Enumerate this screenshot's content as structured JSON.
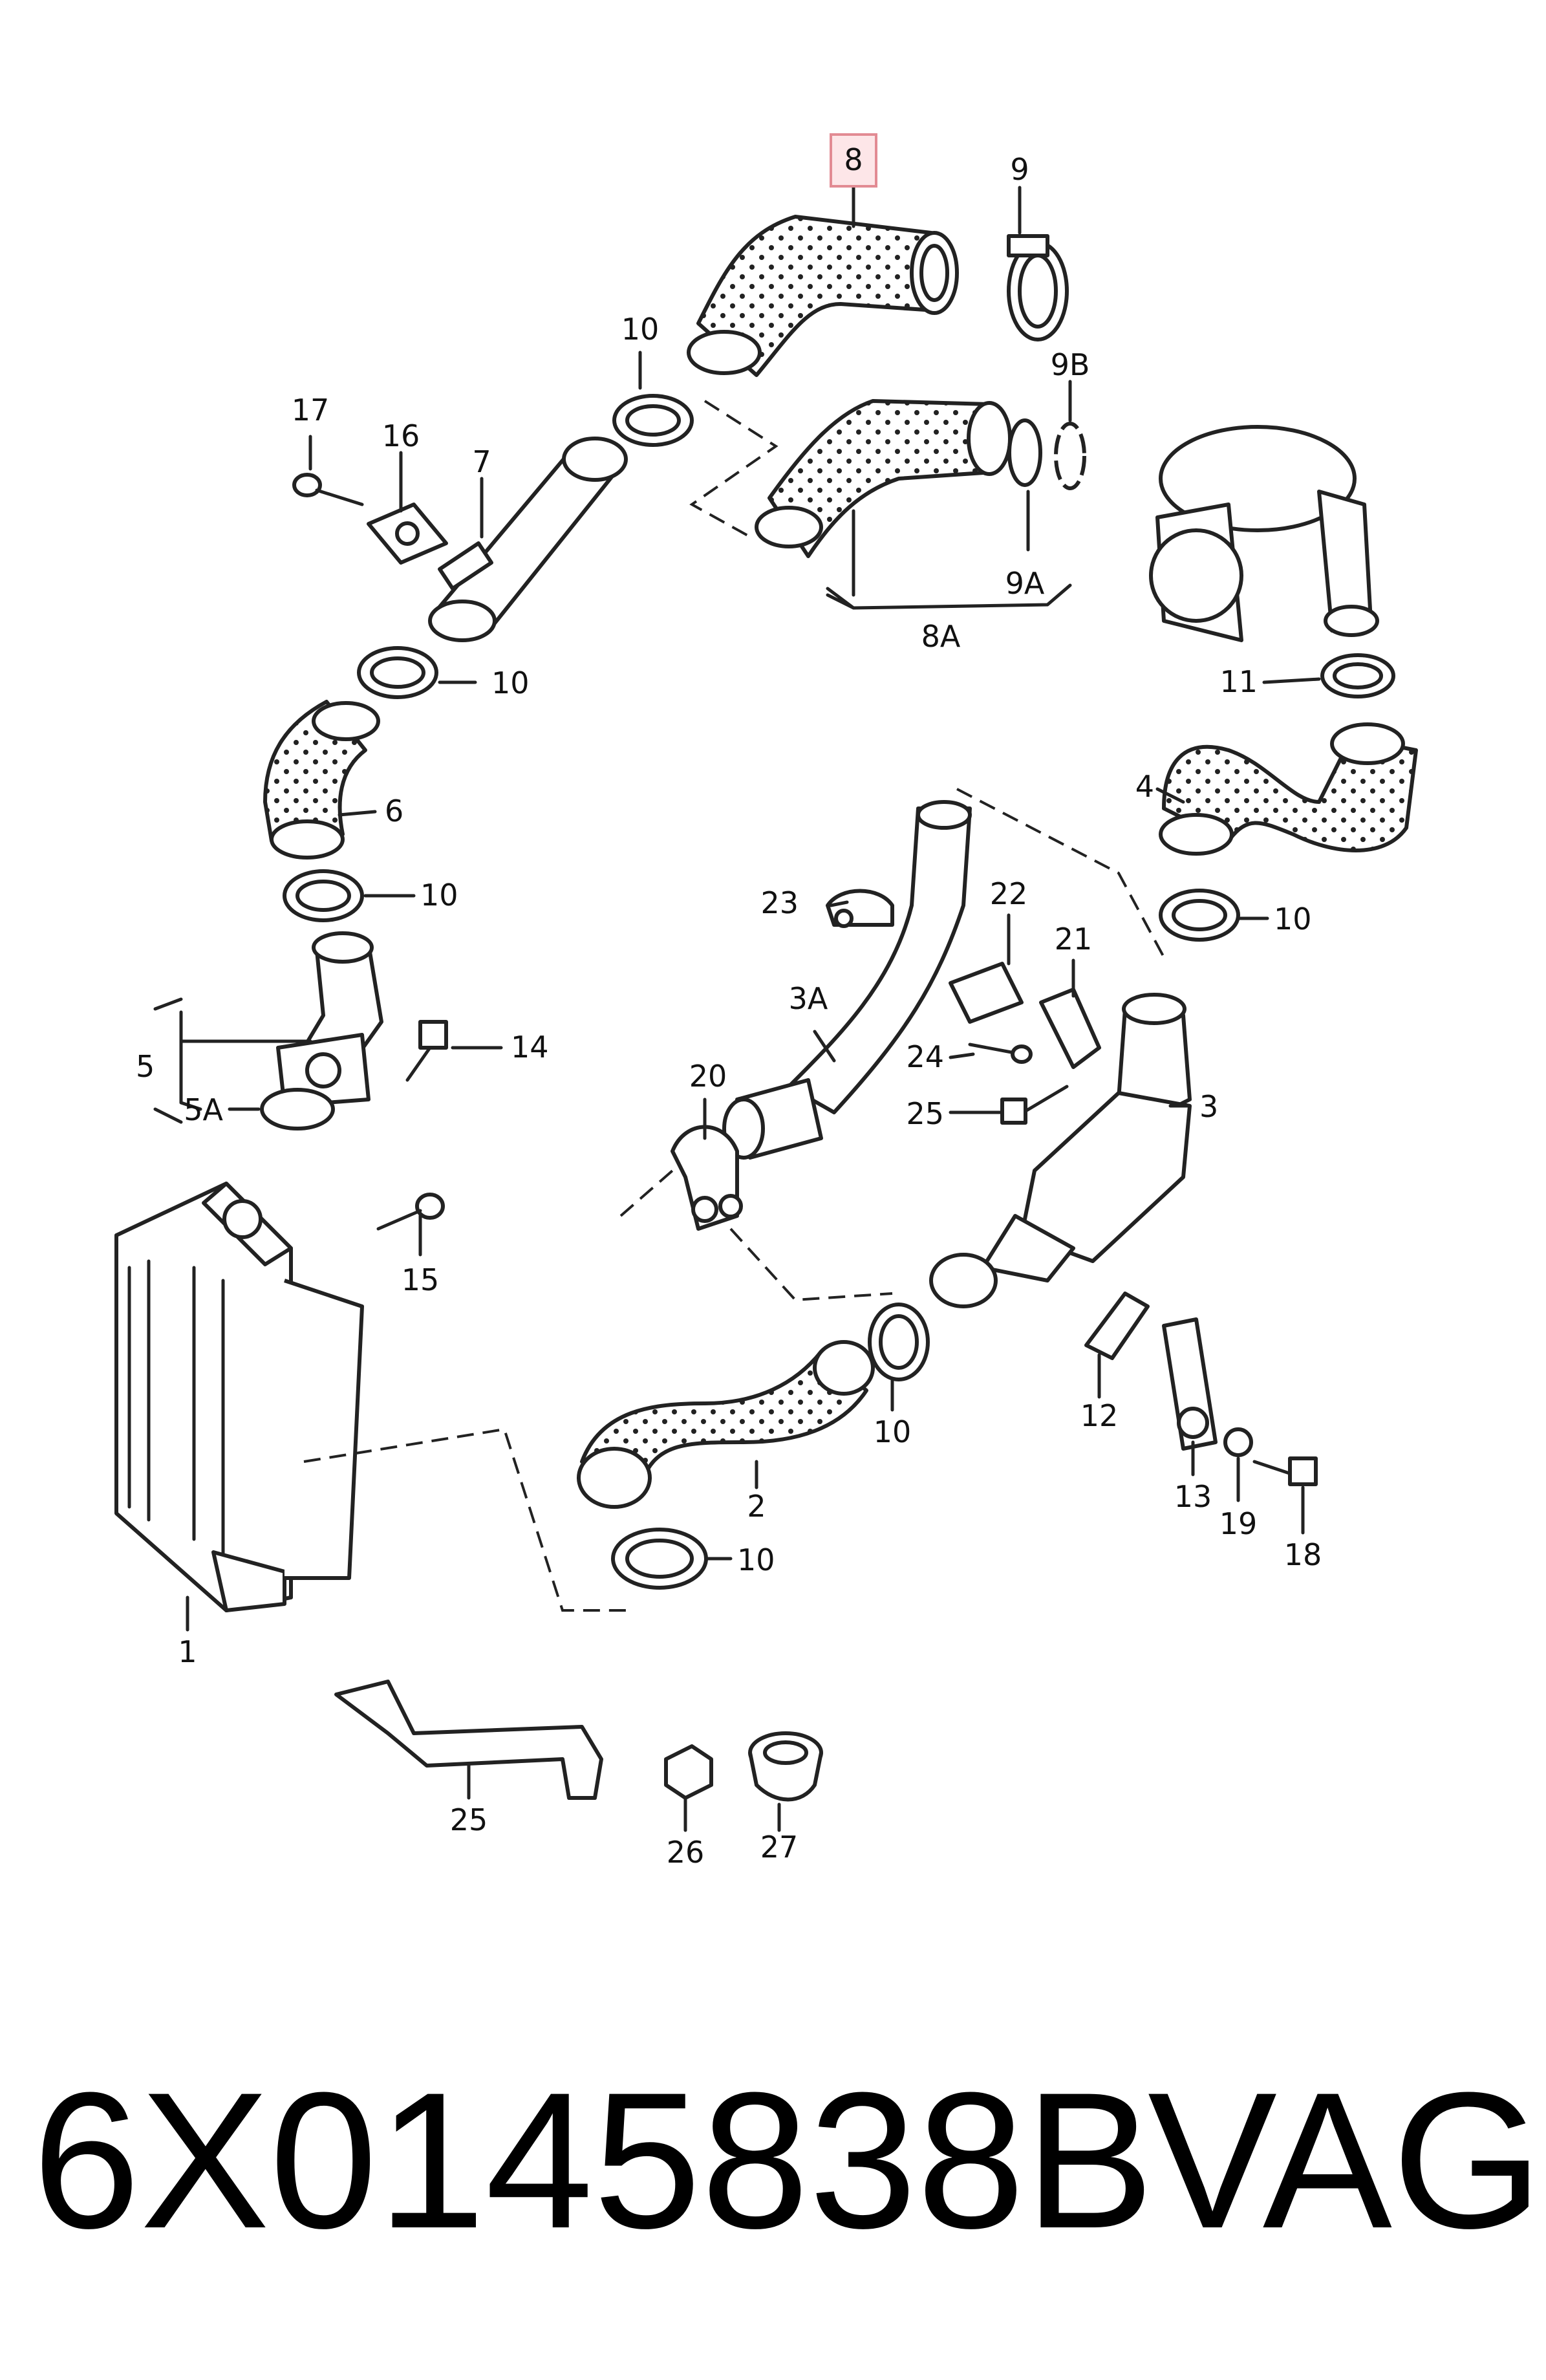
{
  "diagram": {
    "labels": {
      "l1": "1",
      "l2": "2",
      "l3": "3",
      "l3a": "3A",
      "l4": "4",
      "l5": "5",
      "l5a": "5A",
      "l6": "6",
      "l7": "7",
      "l8": "8",
      "l8a": "8A",
      "l9": "9",
      "l9a": "9A",
      "l9b": "9B",
      "l10a": "10",
      "l10b": "10",
      "l10c": "10",
      "l10d": "10",
      "l10e": "10",
      "l10f": "10",
      "l11": "11",
      "l12": "12",
      "l13": "13",
      "l14": "14",
      "l15": "15",
      "l16": "16",
      "l17": "17",
      "l18": "18",
      "l19": "19",
      "l20": "20",
      "l21": "21",
      "l22": "22",
      "l23": "23",
      "l24": "24",
      "l25a": "25",
      "l25b": "25",
      "l26": "26",
      "l27": "27"
    },
    "highlight_color": "#e28b93"
  },
  "footer": {
    "part_number": "6X0145838B",
    "brand": "VAG"
  }
}
